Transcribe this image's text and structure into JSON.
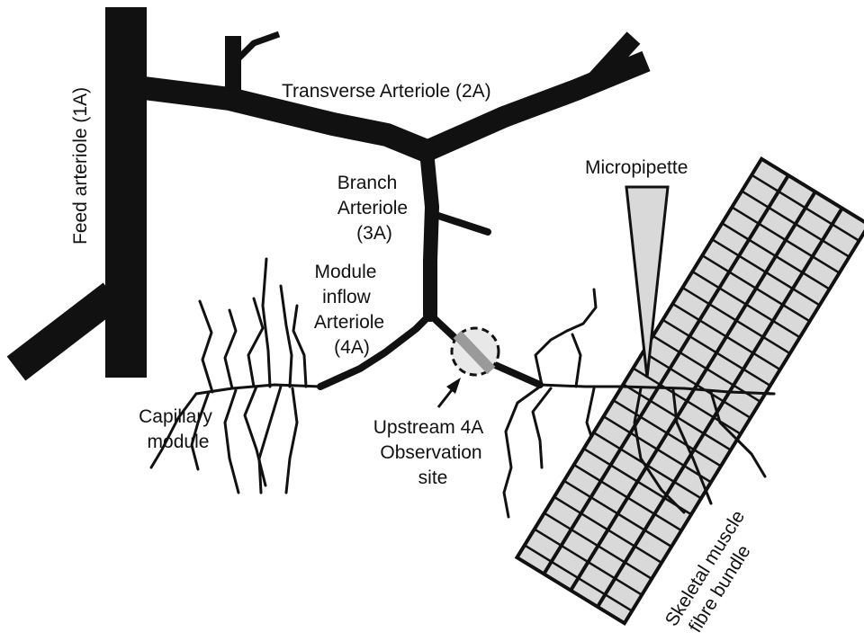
{
  "labels": {
    "feed_arteriole": "Feed arteriole (1A)",
    "transverse_arteriole": "Transverse Arteriole (2A)",
    "branch_arteriole": [
      "Branch",
      "Arteriole",
      "(3A)"
    ],
    "module_inflow_arteriole": [
      "Module",
      "inflow",
      "Arteriole",
      "(4A)"
    ],
    "micropipette": "Micropipette",
    "capillary_module": [
      "Capillary",
      "module"
    ],
    "observation_site": [
      "Upstream 4A",
      "Observation",
      "site"
    ],
    "muscle_bundle": [
      "Skeletal muscle",
      "fibre bundle"
    ]
  },
  "colors": {
    "vessel": "#111111",
    "fill_grey": "#d9d9d9",
    "stripe_grey": "#9a9a9a"
  }
}
